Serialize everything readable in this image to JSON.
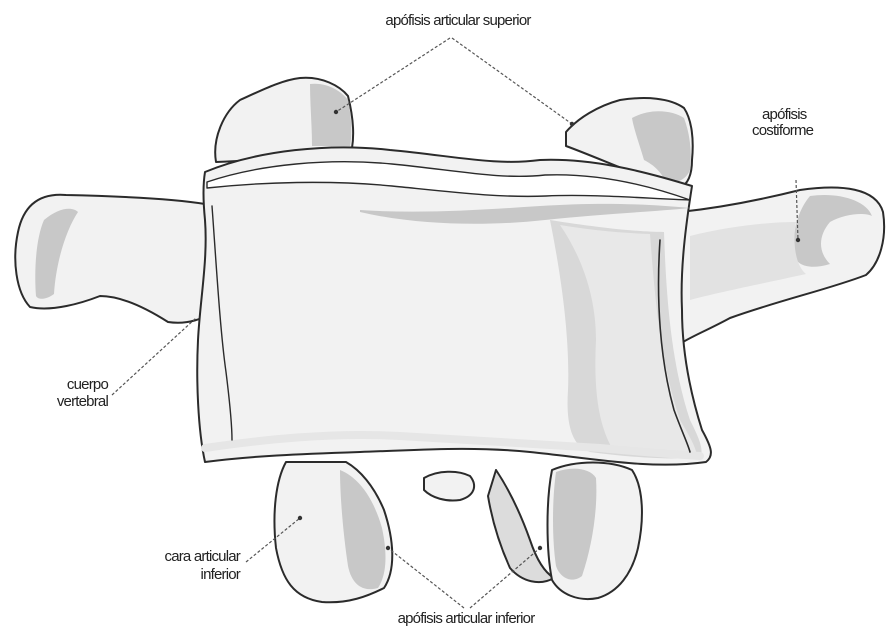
{
  "labels": {
    "superior": "apófisis articular superior",
    "costiform_1": "apófisis",
    "costiform_2": "costiforme",
    "body_1": "cuerpo",
    "body_2": "vertebral",
    "facet_1": "cara articular",
    "facet_2": "inferior",
    "inferior": "apófisis articular inferior"
  },
  "colors": {
    "outline": "#2b2b2b",
    "bone_fill": "#f2f2f2",
    "shade": "#c8c8c8",
    "face": "#ffffff",
    "leader": "#555555"
  }
}
